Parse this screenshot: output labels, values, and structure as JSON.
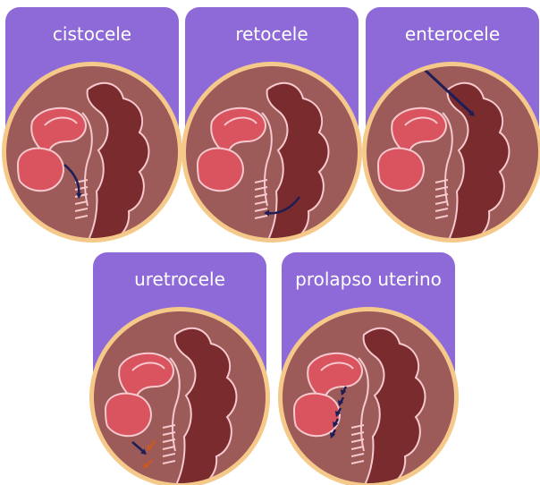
{
  "colors": {
    "tab": "#8e6ad8",
    "circle_fill": "#9c5a58",
    "circle_border": "#f5c98a",
    "uterus": "#d9545f",
    "rectum": "#7a2b2e",
    "outline": "#f6c9cf",
    "arrow": "#1e1d55",
    "arrow_alt": "#c85a20"
  },
  "panels": [
    {
      "label": "cistocele",
      "variant": "cystocele"
    },
    {
      "label": "retocele",
      "variant": "rectocele"
    },
    {
      "label": "enterocele",
      "variant": "enterocele"
    },
    {
      "label": "uretrocele",
      "variant": "urethrocele"
    },
    {
      "label": "prolapso uterino",
      "variant": "uterine-prolapse"
    }
  ]
}
